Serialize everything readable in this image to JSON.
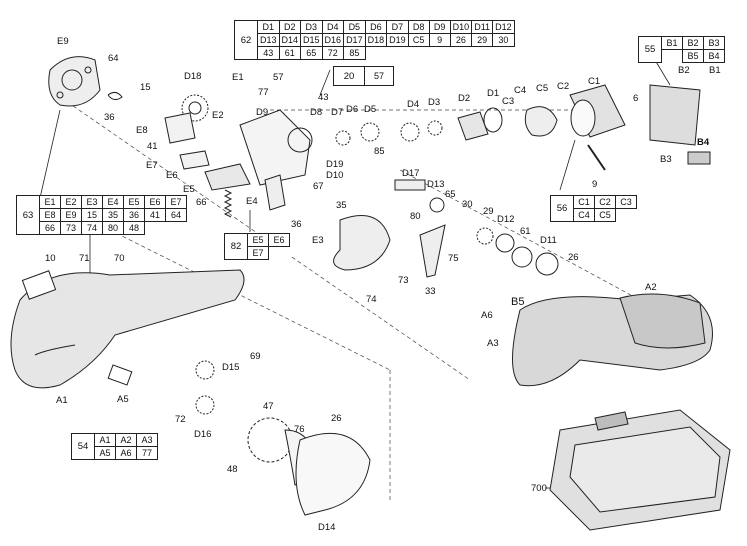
{
  "tables": {
    "t62": {
      "key": "62",
      "rows": [
        [
          "D1",
          "D2",
          "D3",
          "D4",
          "D5",
          "D6",
          "D7",
          "D8",
          "D9",
          "D10",
          "D11",
          "D12"
        ],
        [
          "D13",
          "D14",
          "D15",
          "D16",
          "D17",
          "D18",
          "D19",
          "C5",
          "9",
          "26",
          "29",
          "30"
        ],
        [
          "43",
          "61",
          "65",
          "72",
          "85",
          "",
          "",
          "",
          "",
          "",
          "",
          ""
        ]
      ]
    },
    "t20": {
      "key": "20",
      "rows": [
        [
          "57"
        ]
      ]
    },
    "t55": {
      "key": "55",
      "rows": [
        [
          "B1",
          "B2",
          "B3"
        ],
        [
          "",
          "B5",
          "B4"
        ]
      ]
    },
    "t63": {
      "key": "63",
      "rows": [
        [
          "E1",
          "E2",
          "E3",
          "E4",
          "E5",
          "E6",
          "E7"
        ],
        [
          "E8",
          "E9",
          "15",
          "35",
          "36",
          "41",
          "64"
        ],
        [
          "66",
          "73",
          "74",
          "80",
          "48",
          "",
          ""
        ]
      ]
    },
    "t82": {
      "key": "82",
      "rows": [
        [
          "E5",
          "E6"
        ],
        [
          "E7",
          ""
        ]
      ]
    },
    "t56": {
      "key": "56",
      "rows": [
        [
          "C1",
          "C2",
          "C3"
        ],
        [
          "C4",
          "C5",
          ""
        ]
      ]
    },
    "t54": {
      "key": "54",
      "rows": [
        [
          "A1",
          "A2",
          "A3"
        ],
        [
          "A5",
          "A6",
          "77"
        ]
      ]
    }
  },
  "callouts": [
    {
      "id": "E9",
      "t": "E9"
    },
    {
      "id": "64",
      "t": "64"
    },
    {
      "id": "15",
      "t": "15"
    },
    {
      "id": "36a",
      "t": "36"
    },
    {
      "id": "D18",
      "t": "D18"
    },
    {
      "id": "E1",
      "t": "E1"
    },
    {
      "id": "57",
      "t": "57"
    },
    {
      "id": "77",
      "t": "77"
    },
    {
      "id": "43",
      "t": "43"
    },
    {
      "id": "D9",
      "t": "D9"
    },
    {
      "id": "E2",
      "t": "E2"
    },
    {
      "id": "E8",
      "t": "E8"
    },
    {
      "id": "41",
      "t": "41"
    },
    {
      "id": "E7",
      "t": "E7"
    },
    {
      "id": "E6",
      "t": "E6"
    },
    {
      "id": "E5",
      "t": "E5"
    },
    {
      "id": "66",
      "t": "66"
    },
    {
      "id": "D8",
      "t": "D8"
    },
    {
      "id": "D7",
      "t": "D7"
    },
    {
      "id": "D6",
      "t": "D6"
    },
    {
      "id": "D5",
      "t": "D5"
    },
    {
      "id": "D4",
      "t": "D4"
    },
    {
      "id": "D3",
      "t": "D3"
    },
    {
      "id": "D2",
      "t": "D2"
    },
    {
      "id": "D1",
      "t": "D1"
    },
    {
      "id": "C3",
      "t": "C3"
    },
    {
      "id": "C4",
      "t": "C4"
    },
    {
      "id": "C5",
      "t": "C5"
    },
    {
      "id": "C2",
      "t": "C2"
    },
    {
      "id": "C1",
      "t": "C1"
    },
    {
      "id": "6",
      "t": "6"
    },
    {
      "id": "B2",
      "t": "B2"
    },
    {
      "id": "B1",
      "t": "B1"
    },
    {
      "id": "B3",
      "t": "B3"
    },
    {
      "id": "B4",
      "t": "B4"
    },
    {
      "id": "9",
      "t": "9"
    },
    {
      "id": "85",
      "t": "85"
    },
    {
      "id": "D19",
      "t": "D19"
    },
    {
      "id": "D10",
      "t": "D10"
    },
    {
      "id": "67",
      "t": "67"
    },
    {
      "id": "E4",
      "t": "E4"
    },
    {
      "id": "36b",
      "t": "36"
    },
    {
      "id": "D17",
      "t": "D17"
    },
    {
      "id": "D13",
      "t": "D13"
    },
    {
      "id": "65",
      "t": "65"
    },
    {
      "id": "30",
      "t": "30"
    },
    {
      "id": "29",
      "t": "29"
    },
    {
      "id": "D12",
      "t": "D12"
    },
    {
      "id": "61",
      "t": "61"
    },
    {
      "id": "D11",
      "t": "D11"
    },
    {
      "id": "35",
      "t": "35"
    },
    {
      "id": "E3",
      "t": "E3"
    },
    {
      "id": "80",
      "t": "80"
    },
    {
      "id": "75",
      "t": "75"
    },
    {
      "id": "73",
      "t": "73"
    },
    {
      "id": "74",
      "t": "74"
    },
    {
      "id": "33",
      "t": "33"
    },
    {
      "id": "26a",
      "t": "26"
    },
    {
      "id": "A2",
      "t": "A2"
    },
    {
      "id": "A6",
      "t": "A6"
    },
    {
      "id": "B5",
      "t": "B5"
    },
    {
      "id": "A3",
      "t": "A3"
    },
    {
      "id": "10",
      "t": "10"
    },
    {
      "id": "71",
      "t": "71"
    },
    {
      "id": "70",
      "t": "70"
    },
    {
      "id": "69",
      "t": "69"
    },
    {
      "id": "A1",
      "t": "A1"
    },
    {
      "id": "A5",
      "t": "A5"
    },
    {
      "id": "D15",
      "t": "D15"
    },
    {
      "id": "72",
      "t": "72"
    },
    {
      "id": "D16",
      "t": "D16"
    },
    {
      "id": "47",
      "t": "47"
    },
    {
      "id": "48",
      "t": "48"
    },
    {
      "id": "76",
      "t": "76"
    },
    {
      "id": "26b",
      "t": "26"
    },
    {
      "id": "D14",
      "t": "D14"
    },
    {
      "id": "700",
      "t": "700"
    }
  ]
}
